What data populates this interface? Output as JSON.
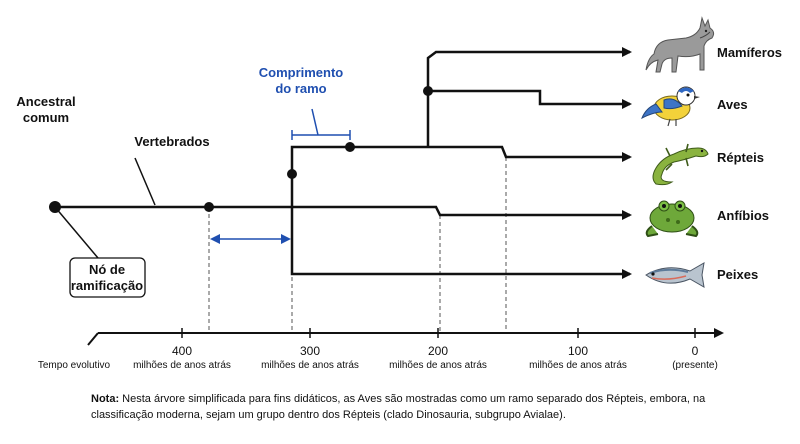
{
  "labels": {
    "ancestral": [
      "Ancestral",
      "comum"
    ],
    "vertebrados": "Vertebrados",
    "branch_length": [
      "Comprimento",
      "do ramo"
    ],
    "node": [
      "Nó de",
      "ramificação"
    ]
  },
  "taxa": [
    {
      "name": "Mamíferos",
      "icon": "wolf-icon"
    },
    {
      "name": "Aves",
      "icon": "bird-icon"
    },
    {
      "name": "Répteis",
      "icon": "lizard-icon"
    },
    {
      "name": "Anfíbios",
      "icon": "frog-icon"
    },
    {
      "name": "Peixes",
      "icon": "fish-icon"
    }
  ],
  "axis": {
    "title": "Tempo evolutivo",
    "ticks": [
      {
        "value": "400",
        "unit": "milhões de anos atrás"
      },
      {
        "value": "300",
        "unit": "milhões de anos atrás"
      },
      {
        "value": "200",
        "unit": "milhões de anos atrás"
      },
      {
        "value": "100",
        "unit": "milhões de anos atrás"
      },
      {
        "value": "0",
        "unit": "(presente)"
      }
    ]
  },
  "note": {
    "prefix": "Nota:",
    "text": "Nesta árvore simplificada para fins didáticos, as Aves são mostradas como um ramo separado dos Répteis, embora, na classificação moderna, sejam um grupo dentro dos Répteis (clado Dinosauria, subgrupo Avialae)."
  },
  "colors": {
    "line": "#111111",
    "accent": "#1f4fb0",
    "dashed": "#555555"
  }
}
